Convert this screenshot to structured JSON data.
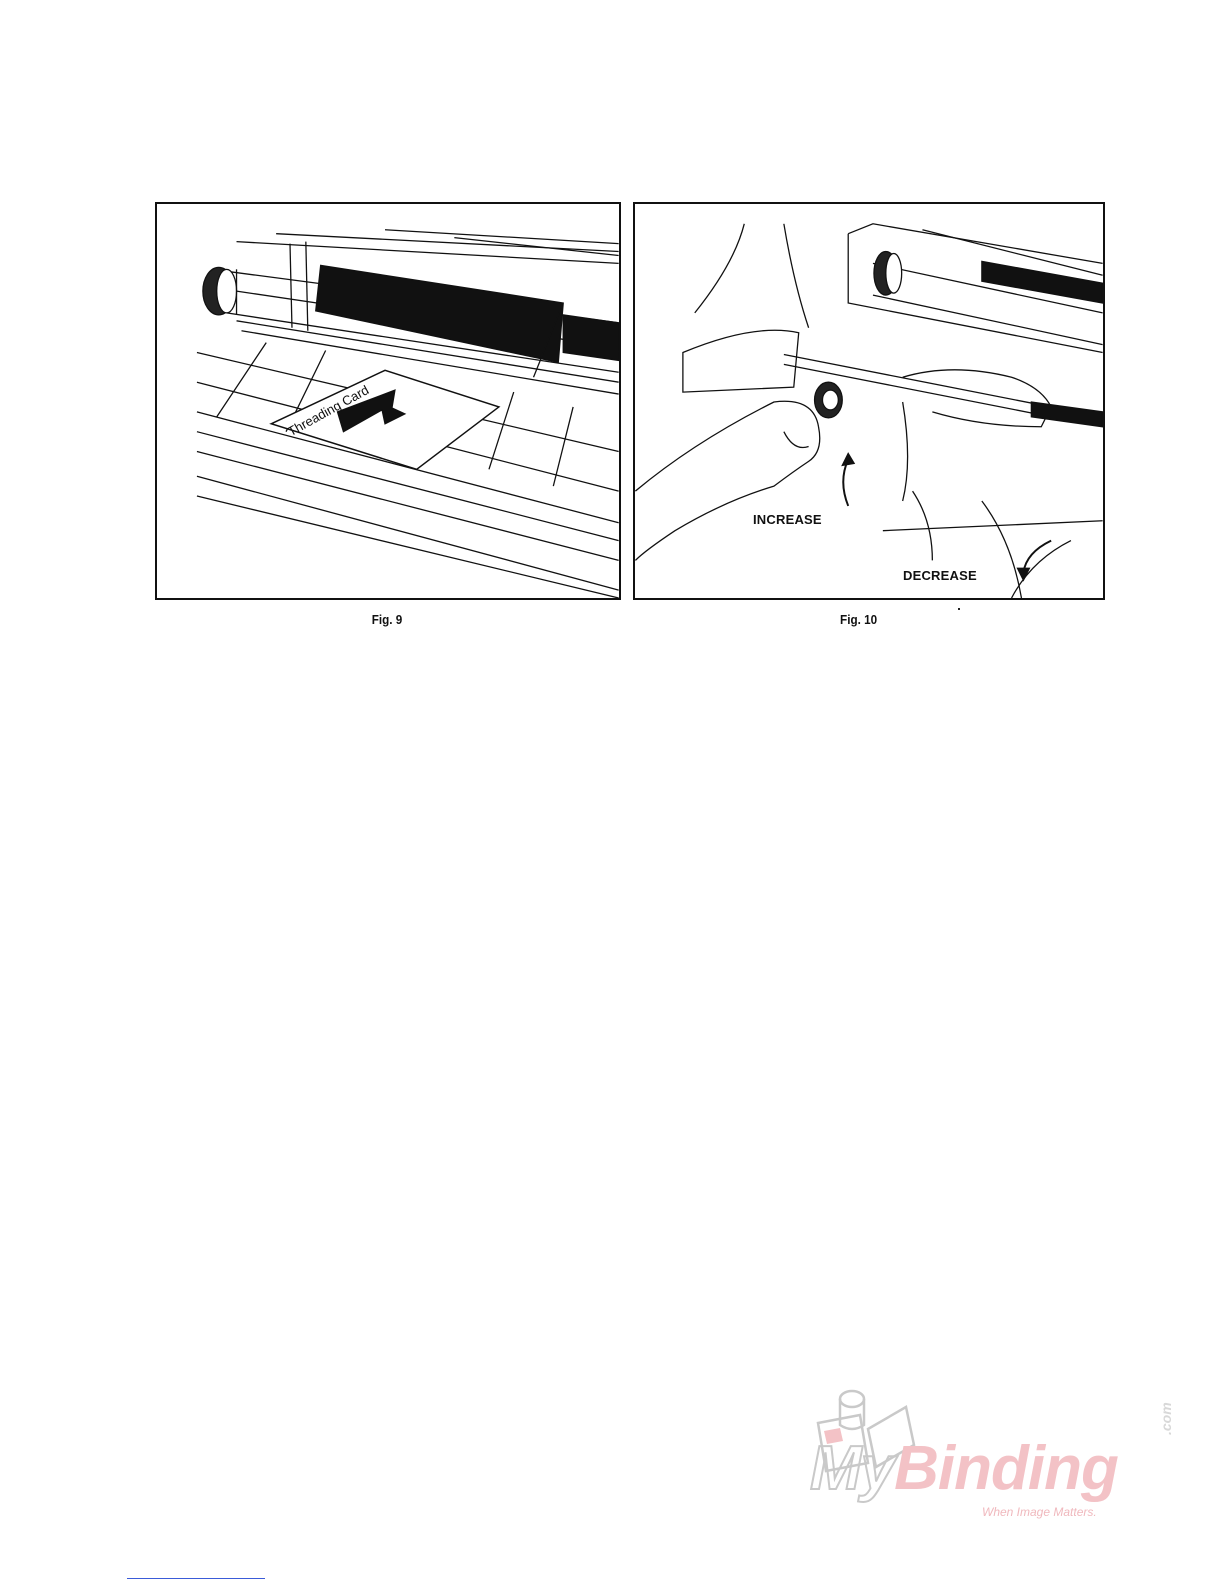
{
  "figures": [
    {
      "id": "fig9",
      "caption": "Fig. 9",
      "card_label": "Threading Card"
    },
    {
      "id": "fig10",
      "caption": "Fig. 10",
      "labels": {
        "increase": "INCREASE",
        "decrease": "DECREASE"
      }
    }
  ],
  "logo": {
    "word_my": "My",
    "word_binding": "Binding",
    "suffix": ".com",
    "tagline": "When Image Matters."
  },
  "colors": {
    "ink": "#111111",
    "logo_gray": "#c9c9c9",
    "logo_pink": "#f3c2c6",
    "footer_link": "#3a5bd9"
  }
}
